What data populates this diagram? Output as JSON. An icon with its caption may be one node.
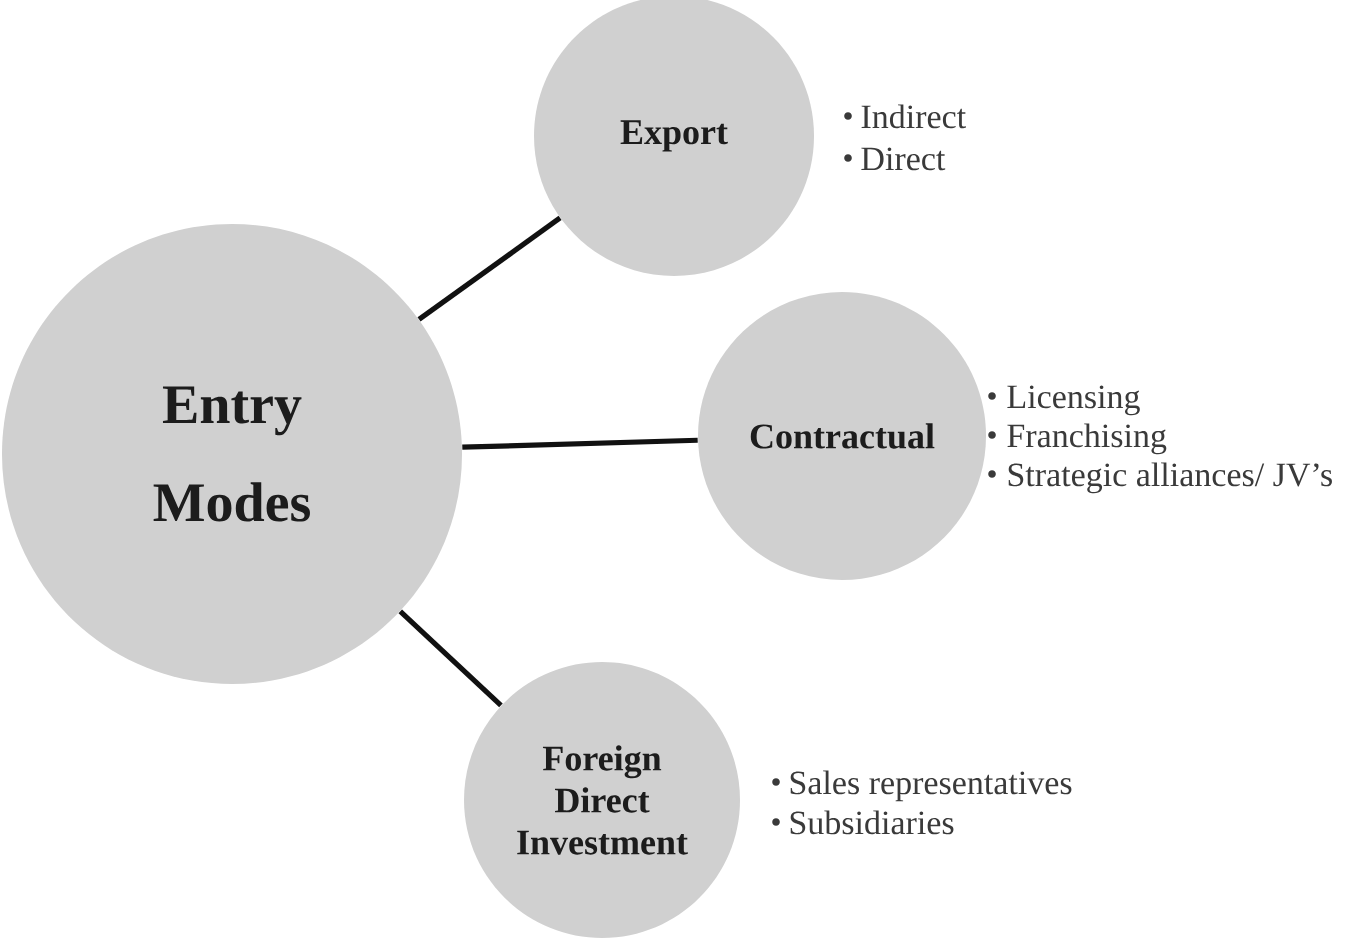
{
  "diagram": {
    "nodes": [
      {
        "text": [
          "Entry Modes"
        ]
      },
      {
        "text": [
          "Export"
        ],
        "beside": [
          "Indirect",
          "Direct"
        ]
      },
      {
        "text": [
          "Contractual"
        ],
        "beside": [
          "Licensing",
          "Franchising",
          "Strategic alliances/ JV’s"
        ]
      },
      {
        "text": [
          "Foreign Direct Investment"
        ],
        "beside": [
          "Sales representatives",
          "Subsidiaries"
        ]
      }
    ],
    "edges": [
      {
        "from": 0,
        "to": 1,
        "arrow": "none"
      },
      {
        "from": 0,
        "to": 2,
        "arrow": "none"
      },
      {
        "from": 0,
        "to": 3,
        "arrow": "none"
      }
    ]
  }
}
